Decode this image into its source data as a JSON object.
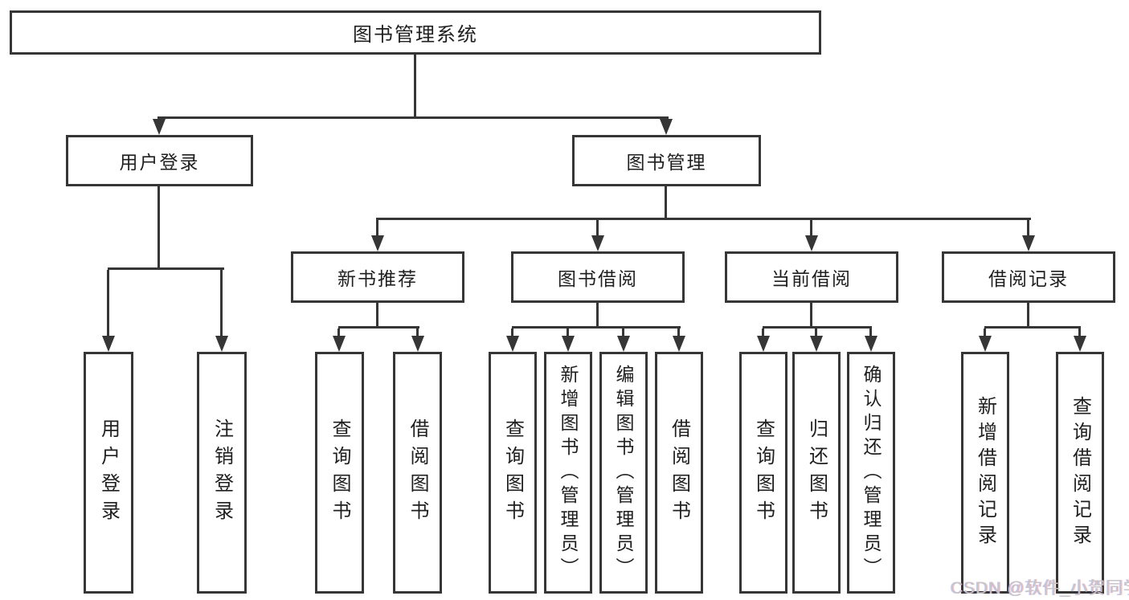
{
  "root": {
    "label": "图书管理系统"
  },
  "branches": [
    {
      "label": "用户登录"
    },
    {
      "label": "图书管理"
    }
  ],
  "modules": [
    {
      "label": "新书推荐"
    },
    {
      "label": "图书借阅"
    },
    {
      "label": "当前借阅"
    },
    {
      "label": "借阅记录"
    }
  ],
  "leaves": [
    {
      "label": "用户登录"
    },
    {
      "label": "注销登录"
    },
    {
      "label": "查询图书"
    },
    {
      "label": "借阅图书"
    },
    {
      "label": "查询图书"
    },
    {
      "label": "新增图书（管理员）"
    },
    {
      "label": "编辑图书（管理员）"
    },
    {
      "label": "借阅图书"
    },
    {
      "label": "查询图书"
    },
    {
      "label": "归还图书"
    },
    {
      "label": "确认归还（管理员）"
    },
    {
      "label": "新增借阅记录"
    },
    {
      "label": "查询借阅记录"
    }
  ],
  "watermark": {
    "text": "CSDN @软件_小贺同学"
  },
  "colors": {
    "line": "#363636",
    "text": "#1f1f1f",
    "watermark": "#c6c6ca"
  }
}
